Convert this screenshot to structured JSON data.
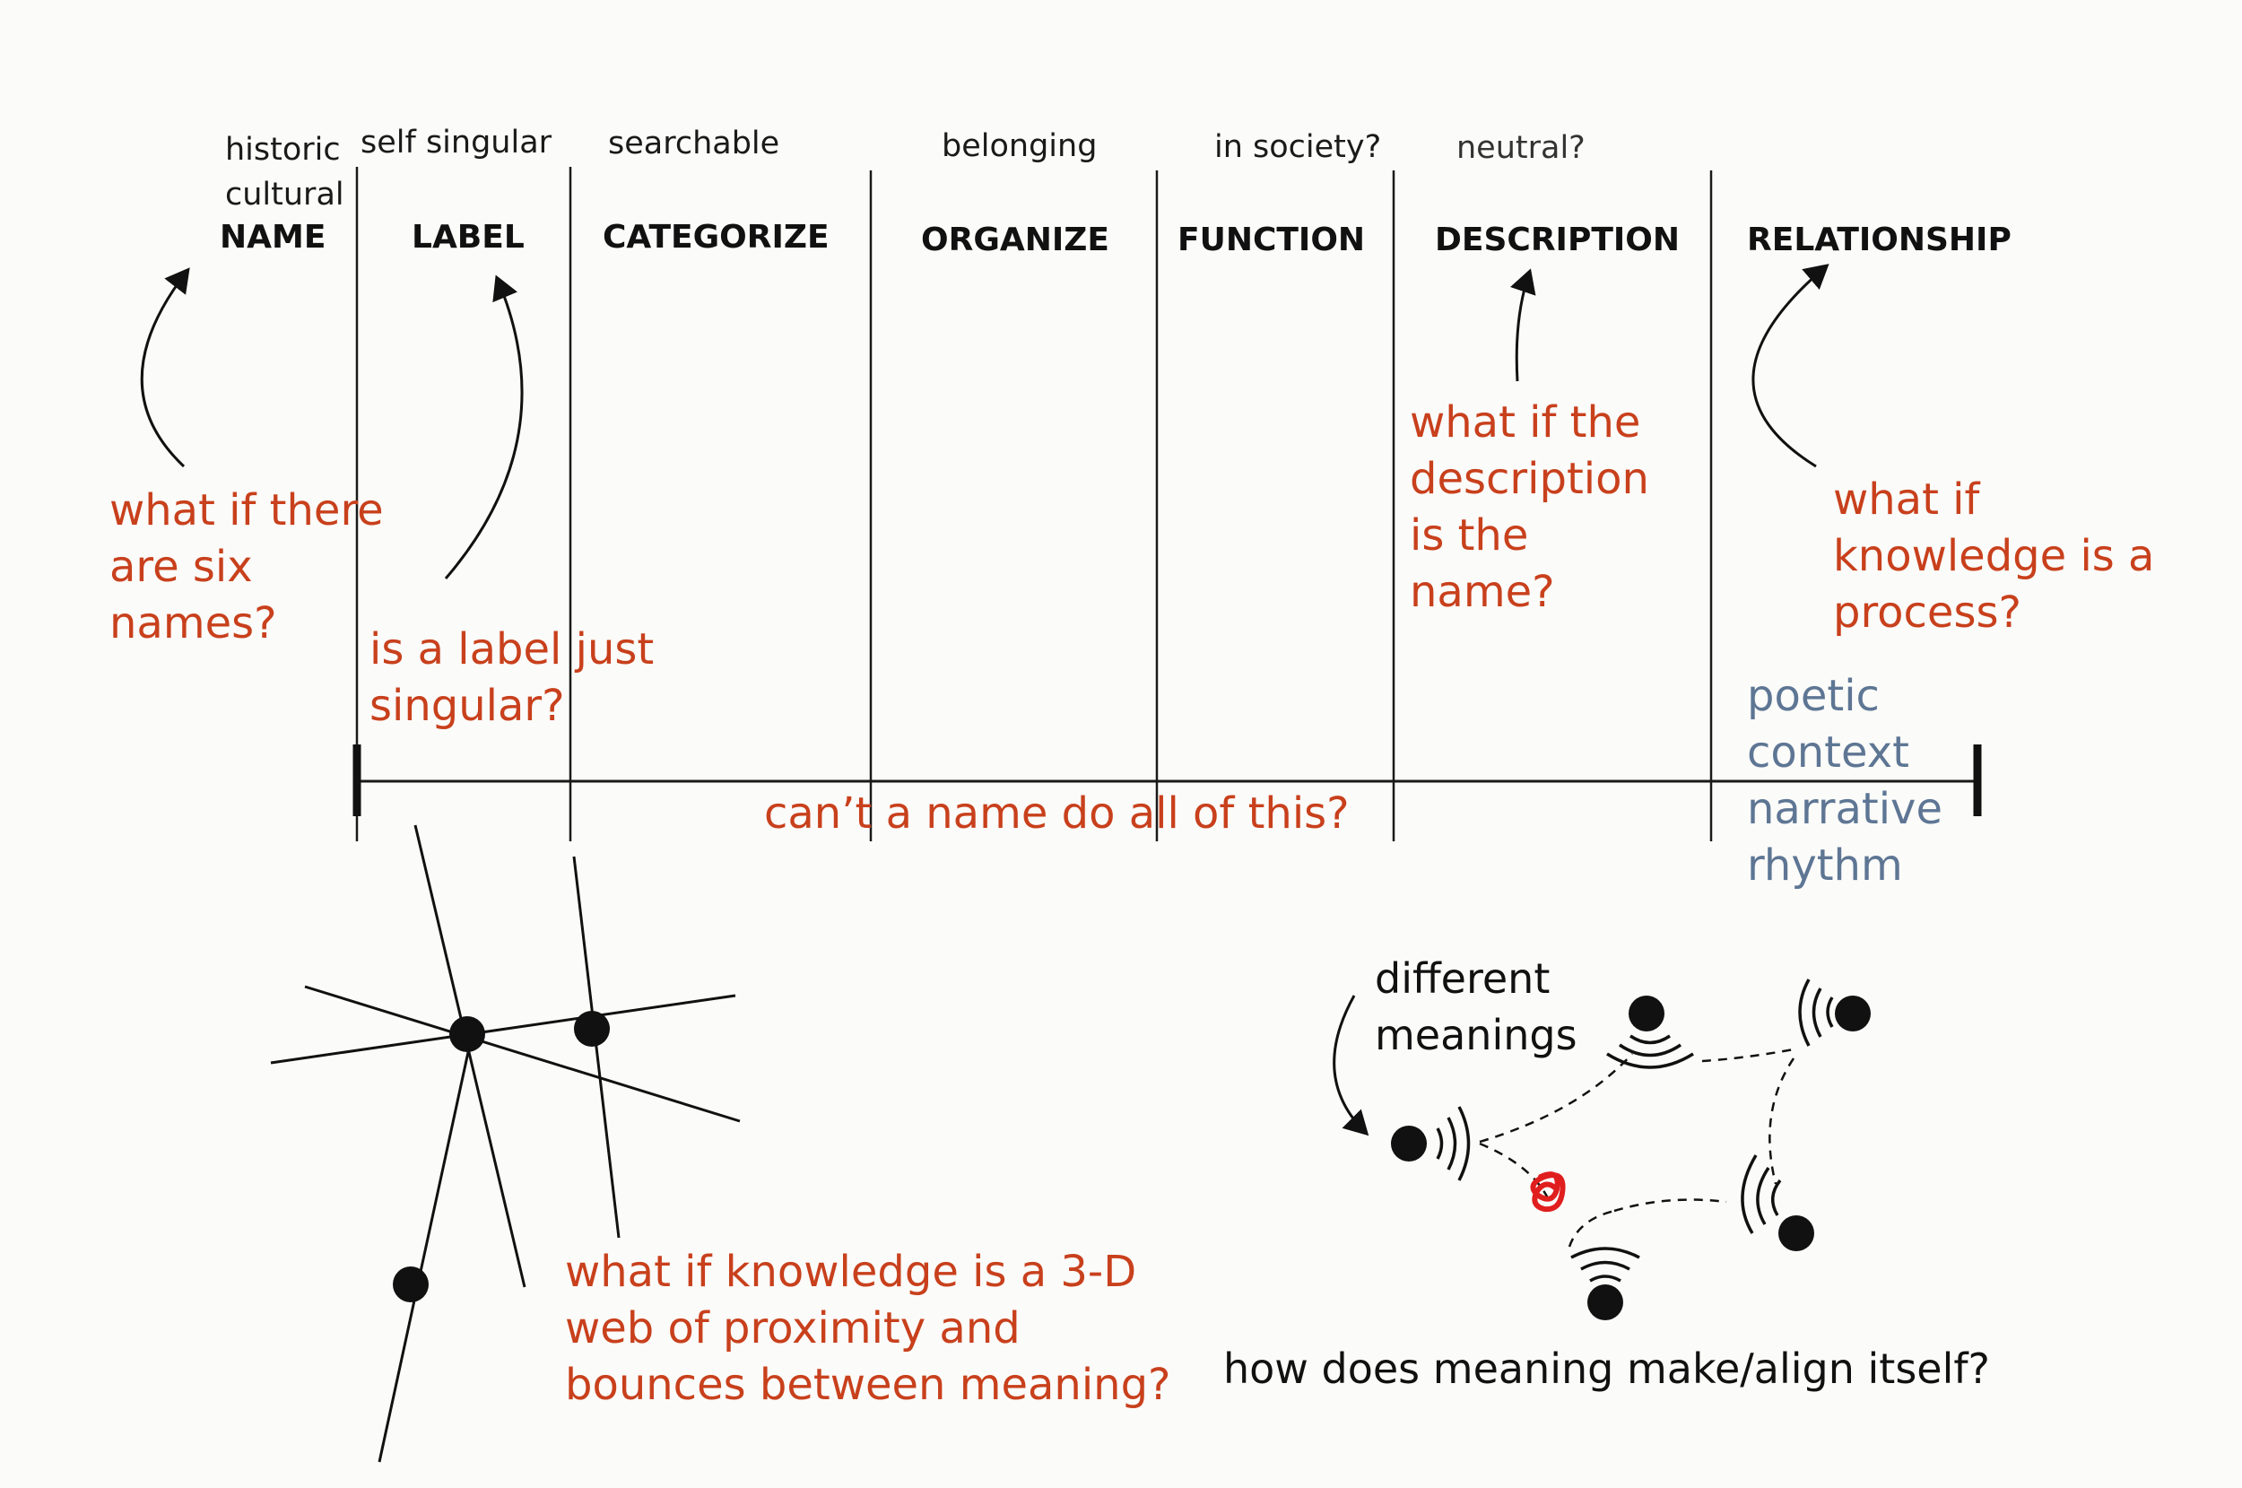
{
  "top_labels": {
    "historic_cultural": "historic\ncultural",
    "self_singular": "self  singular",
    "searchable": "searchable",
    "belonging": "belonging",
    "in_society": "in society?",
    "neutral": "neutral?"
  },
  "column_headings": [
    "NAME",
    "LABEL",
    "CATEGORIZE",
    "ORGANIZE",
    "FUNCTION",
    "DESCRIPTION",
    "RELATIONSHIP"
  ],
  "questions": {
    "six_names": "what if there\nare six\nnames?",
    "label_singular": "is a label just\nsingular?",
    "description_name": "what if the\ndescription\nis the\nname?",
    "knowledge_process": "what if\nknowledge is a\nprocess?",
    "name_all": "can’t a name do all of this?",
    "web": "what if knowledge is a 3-D\nweb of proximity and\nbounces between meaning?"
  },
  "relationship_qualities": [
    "poetic",
    "context",
    "narrative",
    "rhythm"
  ],
  "network": {
    "label": "different\nmeanings",
    "caption": "how does meaning make/align itself?"
  },
  "colors": {
    "annotation": "#c8401c",
    "secondary": "#5e7694",
    "ink": "#111111",
    "background": "#fbfbf9"
  }
}
